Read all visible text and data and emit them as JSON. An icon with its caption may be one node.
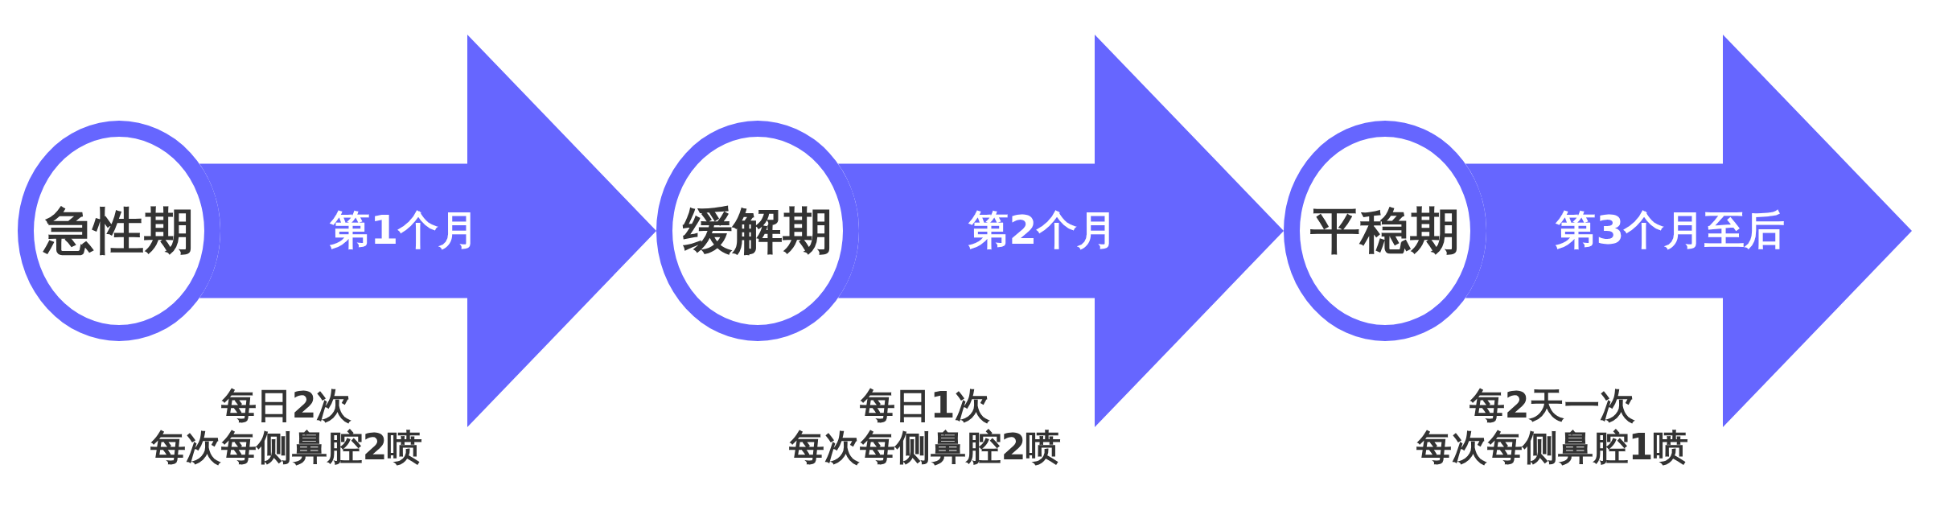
{
  "diagram": {
    "nodes": [
      {
        "text": [
          "急性期"
        ],
        "beside": [
          "每日2次",
          "每次每侧鼻腔2喷"
        ]
      },
      {
        "text": [
          "缓解期"
        ],
        "beside": [
          "每日1次",
          "每次每侧鼻腔2喷"
        ]
      },
      {
        "text": [
          "平稳期"
        ],
        "beside": [
          "每2天一次",
          "每次每侧鼻腔1喷"
        ]
      }
    ],
    "edges": [
      {
        "from": 0,
        "to": 1,
        "arrow": "to",
        "label": "第1个月",
        "style": "thick"
      },
      {
        "from": 1,
        "to": 2,
        "arrow": "to",
        "label": "第2个月",
        "style": "thick"
      },
      {
        "from": 2,
        "to": null,
        "arrow": "to",
        "label": "第3个月至后",
        "style": "thick"
      }
    ]
  }
}
